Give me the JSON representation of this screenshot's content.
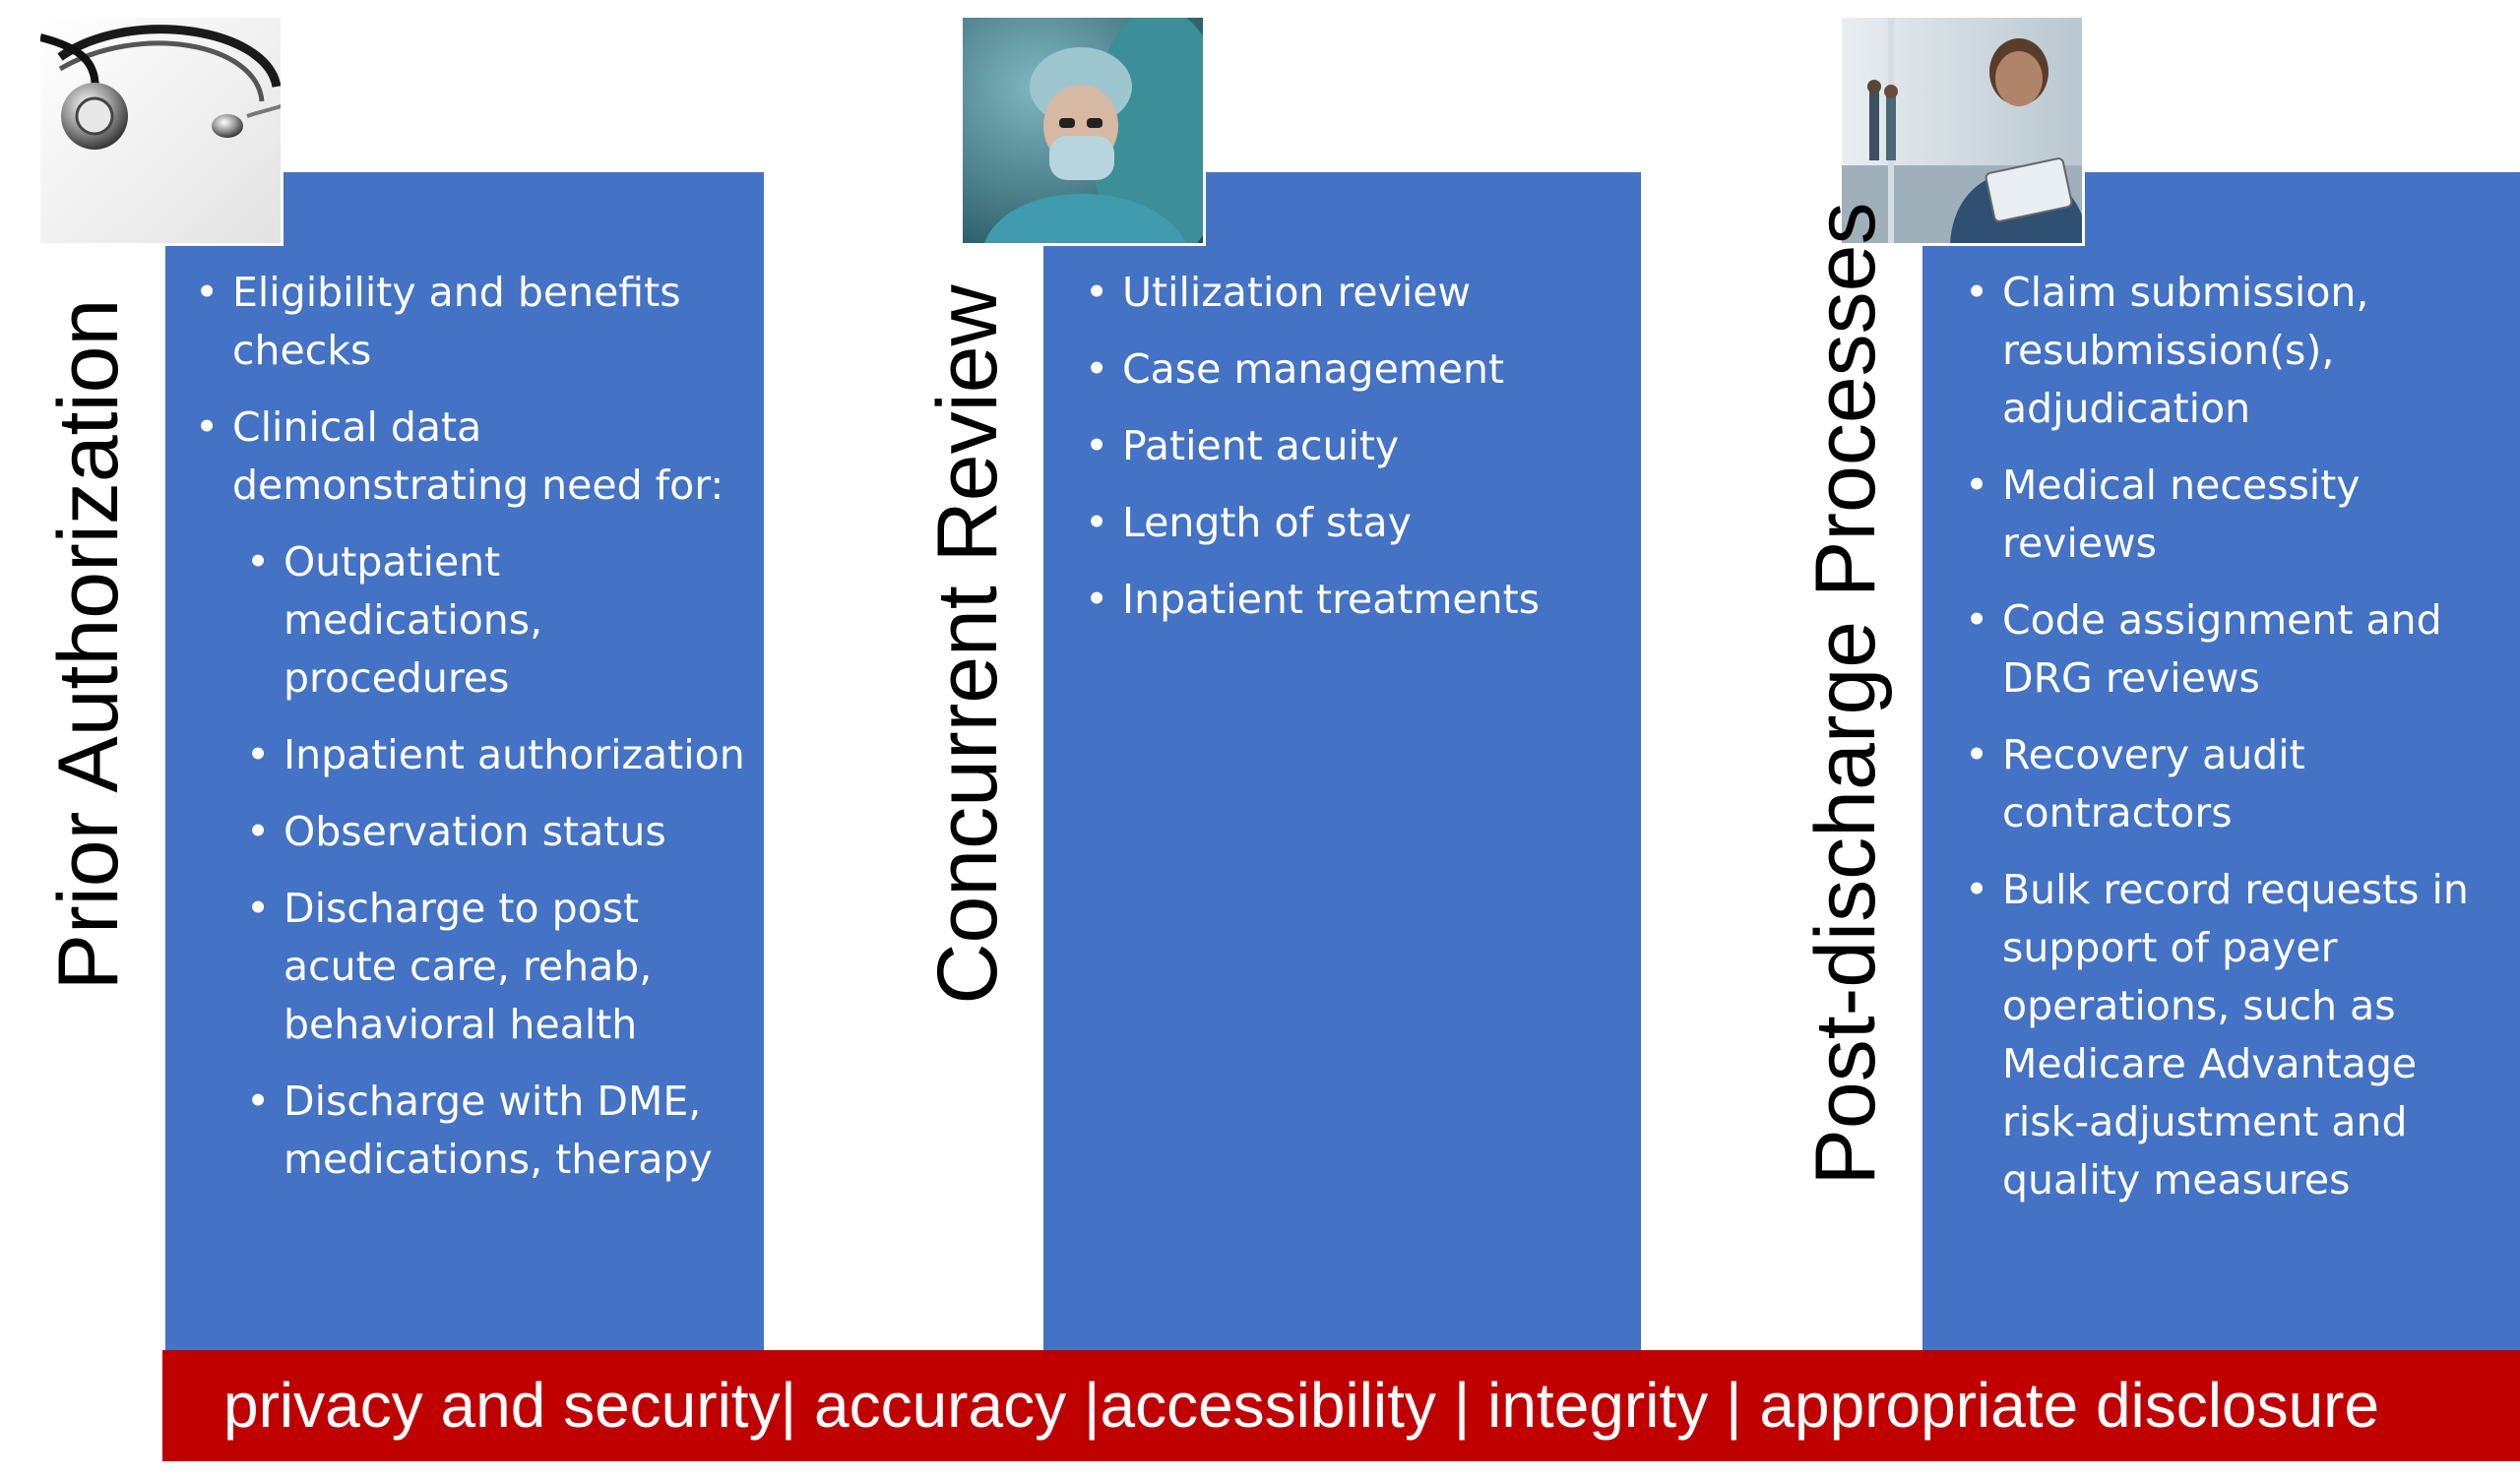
{
  "columns": [
    {
      "title": "Prior Authorization",
      "photo_icon": "stethoscope-photo",
      "items": [
        {
          "text": "Eligibility and benefits checks",
          "level": 1
        },
        {
          "text": "Clinical data demonstrating need for:",
          "level": 1
        },
        {
          "text": "Outpatient medications, procedures",
          "level": 2
        },
        {
          "text": "Inpatient authorization",
          "level": 2
        },
        {
          "text": "Observation status",
          "level": 2
        },
        {
          "text": "Discharge to post acute care, rehab, behavioral health",
          "level": 2
        },
        {
          "text": "Discharge with DME, medications, therapy",
          "level": 2
        }
      ]
    },
    {
      "title": "Concurrent Review",
      "photo_icon": "surgeon-photo",
      "items": [
        {
          "text": "Utilization review",
          "level": 1
        },
        {
          "text": "Case management",
          "level": 1
        },
        {
          "text": "Patient acuity",
          "level": 1
        },
        {
          "text": "Length of stay",
          "level": 1
        },
        {
          "text": "Inpatient treatments",
          "level": 1
        }
      ]
    },
    {
      "title": "Post-discharge Processes",
      "photo_icon": "nurse-tablet-photo",
      "items": [
        {
          "text": "Claim submission, resubmission(s), adjudication",
          "level": 1
        },
        {
          "text": "Medical necessity reviews",
          "level": 1
        },
        {
          "text": "Code assignment and DRG reviews",
          "level": 1
        },
        {
          "text": "Recovery audit contractors",
          "level": 1
        },
        {
          "text": "Bulk record requests in support of payer operations, such as Medicare Advantage risk-adjustment and quality measures",
          "level": 1
        }
      ]
    }
  ],
  "footer": {
    "text": "privacy and security| accuracy |accessibility | integrity | appropriate disclosure"
  },
  "colors": {
    "panel": "#4472C4",
    "footer": "#C00000",
    "text_on_panel": "#FFFFFF",
    "label_text": "#000000"
  }
}
